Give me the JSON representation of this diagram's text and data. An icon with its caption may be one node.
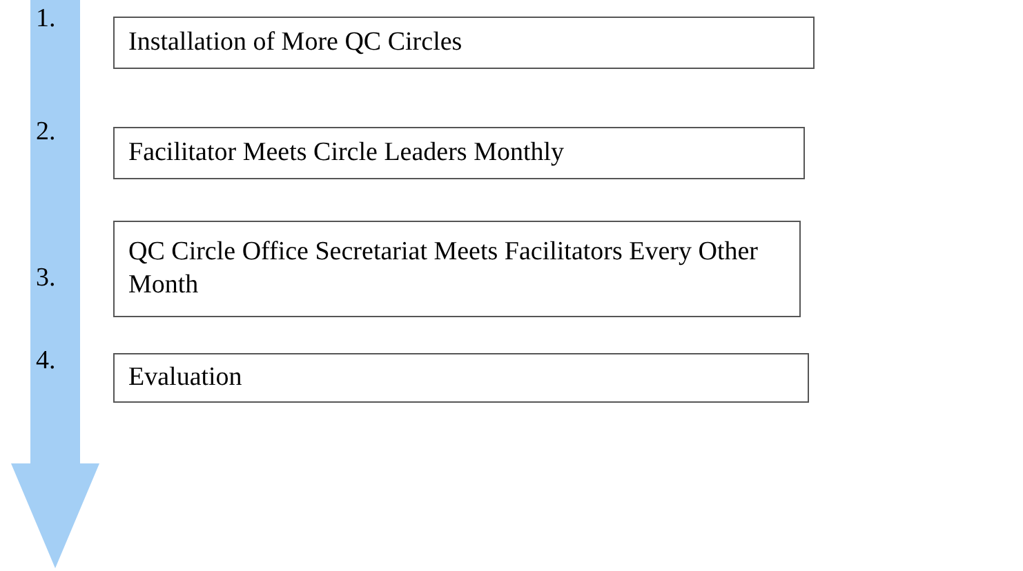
{
  "diagram": {
    "nodes": [
      {
        "text": [
          "Installation of More QC Circles"
        ],
        "beside": [
          "1."
        ]
      },
      {
        "text": [
          "Facilitator Meets Circle Leaders Monthly"
        ],
        "beside": [
          "2."
        ]
      },
      {
        "text": [
          "QC Circle Office Secretariat Meets Facilitators Every Other Month"
        ],
        "beside": [
          "3."
        ]
      },
      {
        "text": [
          "Evaluation"
        ],
        "beside": [
          "4."
        ]
      }
    ]
  }
}
